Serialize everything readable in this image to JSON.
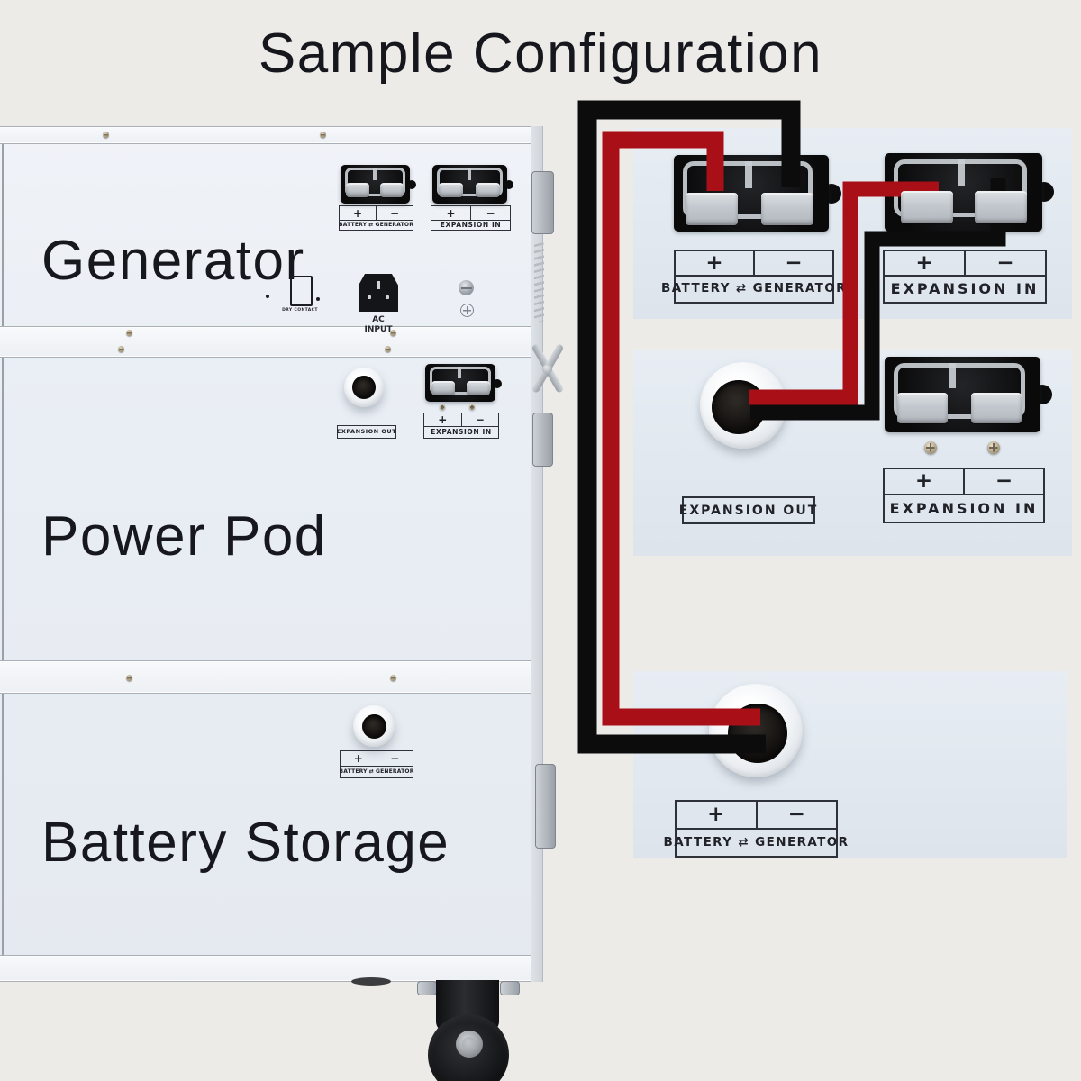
{
  "title": "Sample Configuration",
  "units": [
    {
      "name": "Generator"
    },
    {
      "name": "Power Pod"
    },
    {
      "name": "Battery Storage"
    }
  ],
  "pl": {
    "plus": "+",
    "minus": "−",
    "battery": "BATTERY",
    "swap": "⇄",
    "generator": "GENERATOR",
    "exp_in": "EXPANSION IN",
    "exp_out": "EXPANSION OUT"
  },
  "misc": {
    "dry_contact": "DRY CONTACT",
    "ac1": "AC",
    "ac2": "INPUT"
  },
  "colors": {
    "cable_red": "#a90f16",
    "cable_black": "#0c0c0d",
    "panel_bg": "#e2e9f0",
    "page_bg": "#edebe7",
    "ink": "#16161d"
  }
}
